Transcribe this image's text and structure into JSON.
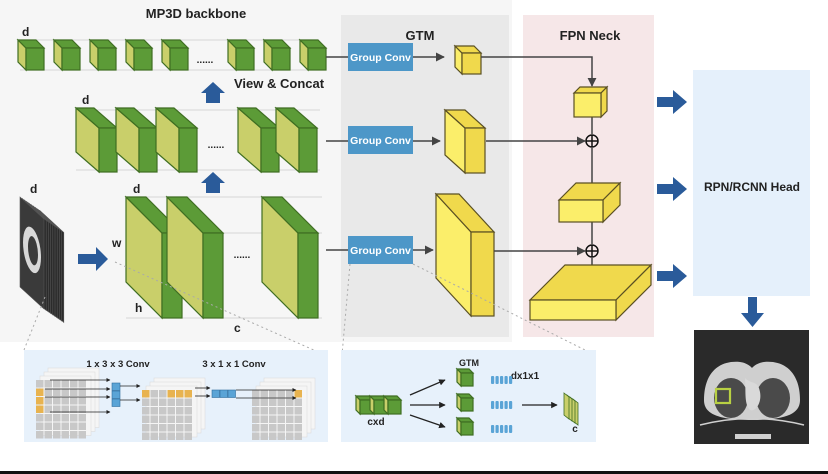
{
  "diagram": {
    "panels": {
      "backbone": {
        "title": "MP3D backbone"
      },
      "gtm": {
        "title": "GTM"
      },
      "fpn": {
        "title": "FPN Neck"
      },
      "head": {
        "title": "RPN/RCNN Head"
      }
    },
    "backbone": {
      "row1_label": "d",
      "row2_label": "d",
      "row3_label": "d",
      "input_label": "d",
      "dim_w": "w",
      "dim_h": "h",
      "dim_c": "c",
      "ellipsis": "......",
      "view_concat": "View & Concat"
    },
    "gtm": {
      "group_conv_1": "Group Conv",
      "group_conv_2": "Group Conv",
      "group_conv_3": "Group Conv"
    },
    "detail_conv": {
      "conv1": "1 x 3 x 3 Conv",
      "conv2": "3 x 1 x 1 Conv"
    },
    "detail_gtm": {
      "title": "GTM",
      "input_label": "cxd",
      "kernel_label": "dx1x1",
      "output_label": "c"
    },
    "colors": {
      "green_front": "#5c9b37",
      "green_side": "#c9cf6a",
      "green_edge": "#3f6e22",
      "yellow_front": "#fbee6a",
      "yellow_side": "#f0d94c",
      "yellow_edge": "#5a5023",
      "conv_blue": "#4d97c8",
      "arrow_blue": "#2a5b9a",
      "gtm_bg": "#e9e9e9",
      "fpn_bg": "#f6e7e8",
      "head_bg": "#e5f0fb",
      "detail_bg": "#e7f1fb"
    }
  }
}
